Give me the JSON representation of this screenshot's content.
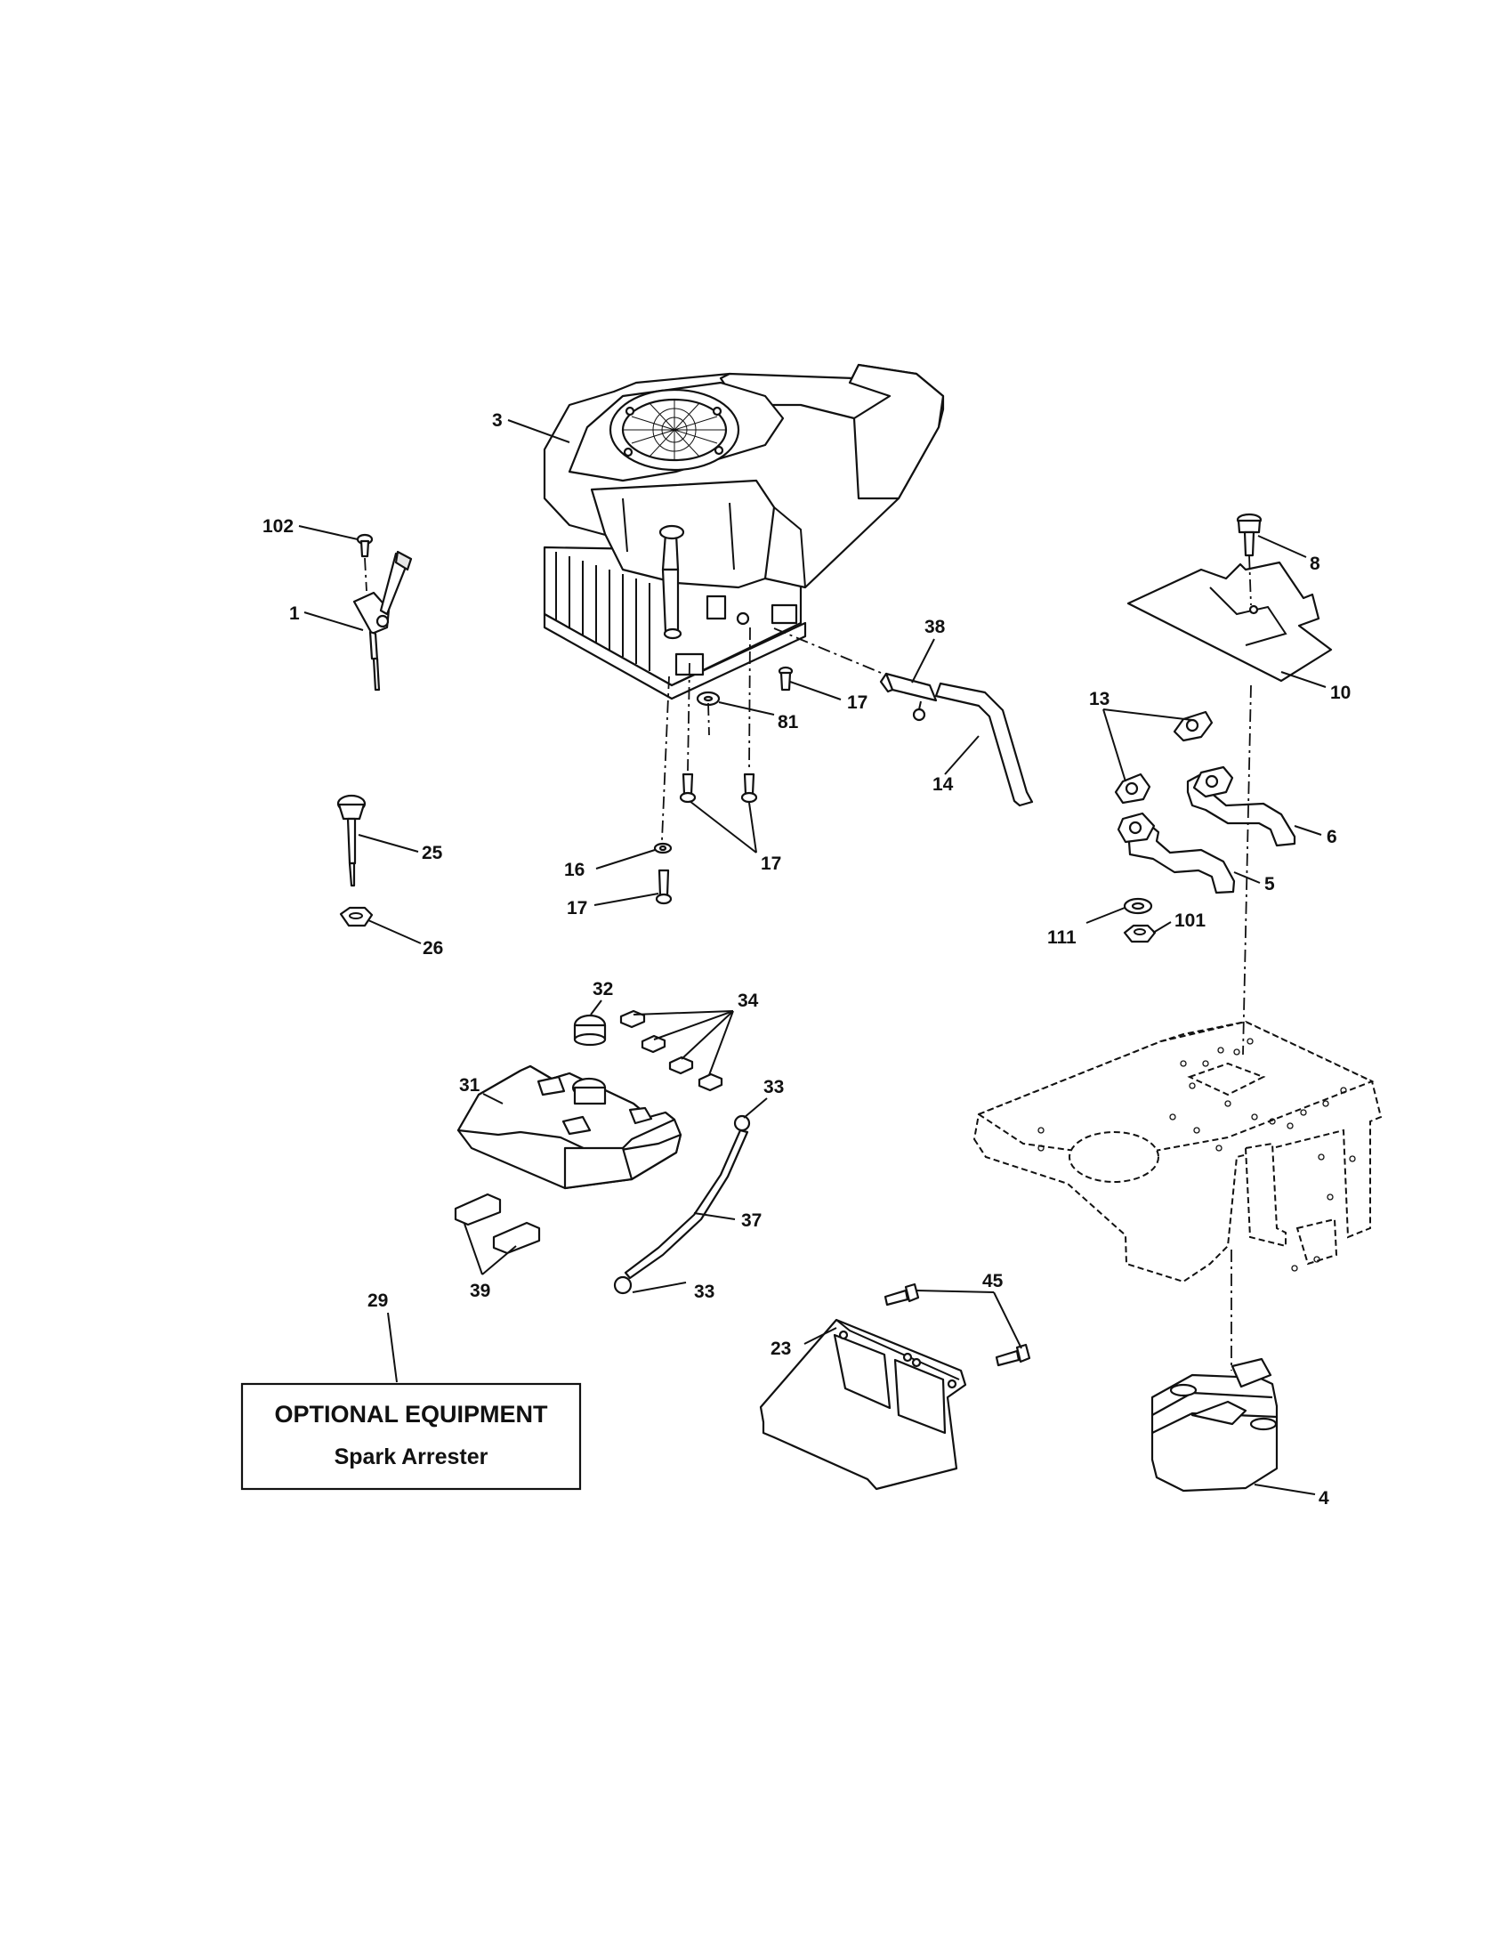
{
  "labels": {
    "p3": "3",
    "p102": "102",
    "p1": "1",
    "p8": "8",
    "p10": "10",
    "p38": "38",
    "p17a": "17",
    "p81": "81",
    "p13": "13",
    "p14": "14",
    "p6": "6",
    "p17b": "17",
    "p16": "16",
    "p17c": "17",
    "p5": "5",
    "p25": "25",
    "p111": "111",
    "p101": "101",
    "p26": "26",
    "p32": "32",
    "p34": "34",
    "p31": "31",
    "p33a": "33",
    "p37": "37",
    "p33b": "33",
    "p39": "39",
    "p29": "29",
    "p45": "45",
    "p23": "23",
    "p4": "4"
  },
  "optional_box": {
    "title": "OPTIONAL EQUIPMENT",
    "subtitle": "Spark Arrester"
  }
}
